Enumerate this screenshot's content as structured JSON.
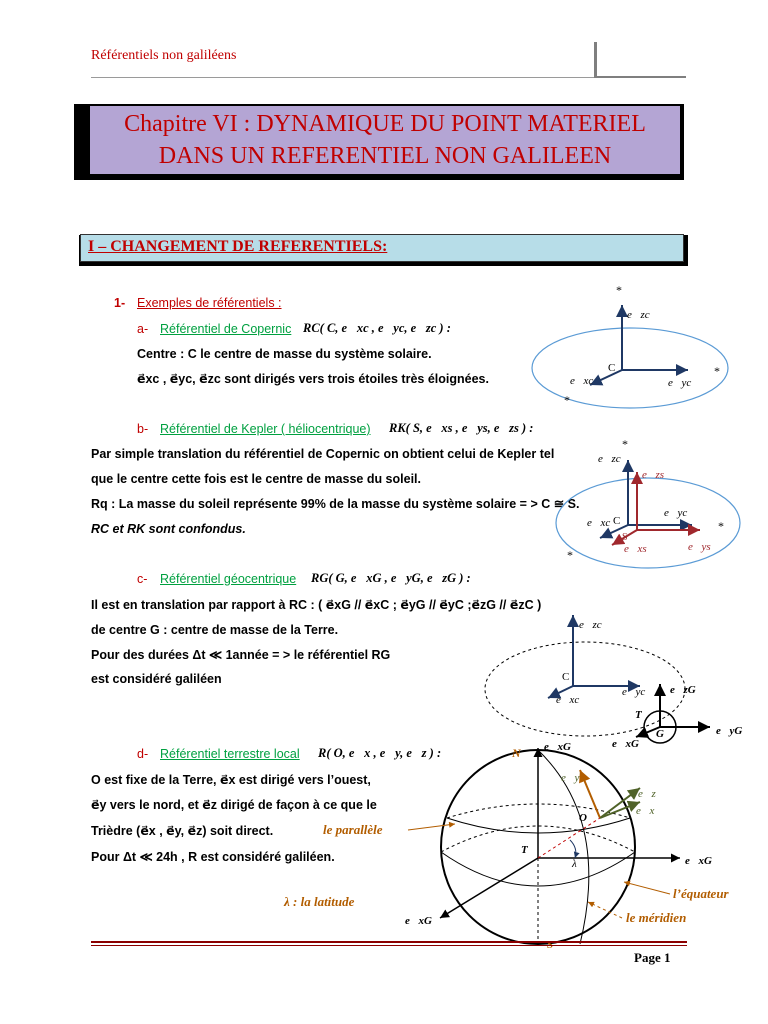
{
  "header": {
    "running_title": "Référentiels non galiléens"
  },
  "chapter": {
    "line1": "Chapitre VI : DYNAMIQUE DU POINT MATERIEL",
    "line2": "DANS UN REFERENTIEL NON GALILEEN"
  },
  "section": {
    "title": "I – CHANGEMENT DE REFERENTIELS:"
  },
  "item1": {
    "number": "1-",
    "title": "Exemples de référentiels :"
  },
  "copernic": {
    "letter": "a-",
    "title": "Référentiel de Copernic",
    "notation": "RC( C, e⃗xc , e⃗yc, e⃗zc ) :",
    "line1": "Centre : C le centre de masse du système solaire.",
    "line2": "e⃗xc , e⃗yc, e⃗zc sont dirigés vers trois étoiles très éloignées."
  },
  "kepler": {
    "letter": "b-",
    "title": "Référentiel de Kepler ( héliocentrique)",
    "notation": "RK( S, e⃗xs , e⃗ys, e⃗zs ) :",
    "line1": "Par simple translation du référentiel de Copernic on obtient celui de Kepler tel",
    "line2": "que le centre cette fois est le centre de masse du soleil.",
    "line3": "Rq : La masse du soleil représente 99% de la masse du système solaire = > C ≅ S.",
    "line4": "RC et RK sont confondus."
  },
  "geocentrique": {
    "letter": "c-",
    "title": "Référentiel géocentrique",
    "notation": "RG( G, e⃗xG , e⃗yG, e⃗zG ) :",
    "line1": "Il est en translation par rapport à RC  : ( e⃗xG // e⃗xC ;  e⃗yG // e⃗yC ;e⃗zG // e⃗zC )",
    "line2": "de centre G : centre de masse de la Terre.",
    "line3": "Pour des durées Δt ≪ 1année = > le référentiel RG",
    "line4": "est considéré galiléen"
  },
  "terrestre": {
    "letter": "d-",
    "title": "Référentiel terrestre local",
    "notation": "R( O, e⃗x , e⃗y, e⃗z ) :",
    "line1": "O est fixe de la Terre,  e⃗x est dirigé vers l’ouest,",
    "line2": "e⃗y vers le nord, et e⃗z dirigé de façon à ce que le",
    "line3": "Trièdre (e⃗x , e⃗y, e⃗z) soit direct.",
    "line4": "Pour Δt ≪ 24h , R est considéré galiléen."
  },
  "diagrams": {
    "copernic": {
      "ez": "e⃗zc",
      "ex": "e⃗xc",
      "ey": "e⃗yc",
      "center": "C",
      "star": "*"
    },
    "kepler": {
      "ez": "e⃗zc",
      "ex": "e⃗xc",
      "ey": "e⃗yc",
      "ezs": "e⃗zs",
      "exs": "e⃗xs",
      "eys": "e⃗ys",
      "c": "C",
      "s": "S",
      "star": "*"
    },
    "geo": {
      "ez": "e⃗zc",
      "ex": "e⃗xc",
      "ey": "e⃗yc",
      "center": "C",
      "ezG": "e⃗zG",
      "exG": "e⃗xG",
      "eyG": "e⃗yG",
      "t": "T",
      "g": "G"
    },
    "earth": {
      "n": "N",
      "exG_top": "e⃗xG",
      "ey": "e⃗y",
      "ez": "e⃗z",
      "ex": "e⃗x",
      "o": "O",
      "parallele": "le parallèle",
      "t": "T",
      "lambda": "λ",
      "exG_right": "e⃗xG",
      "equateur": "l’équateur",
      "latitude": "λ : la latitude",
      "exG_left": "e⃗xG",
      "meridien": "le méridien",
      "s": "S"
    }
  },
  "footer": {
    "page": "Page 1"
  },
  "colors": {
    "accent_red": "#c00000",
    "link_green": "#00a040",
    "axis_blue": "#1f3864",
    "axis_red": "#a0282d",
    "title_bg": "#b4a5d4",
    "section_bg": "#b7dde8",
    "orbit_blue": "#5b9bd5",
    "label_brown": "#b25d00"
  }
}
